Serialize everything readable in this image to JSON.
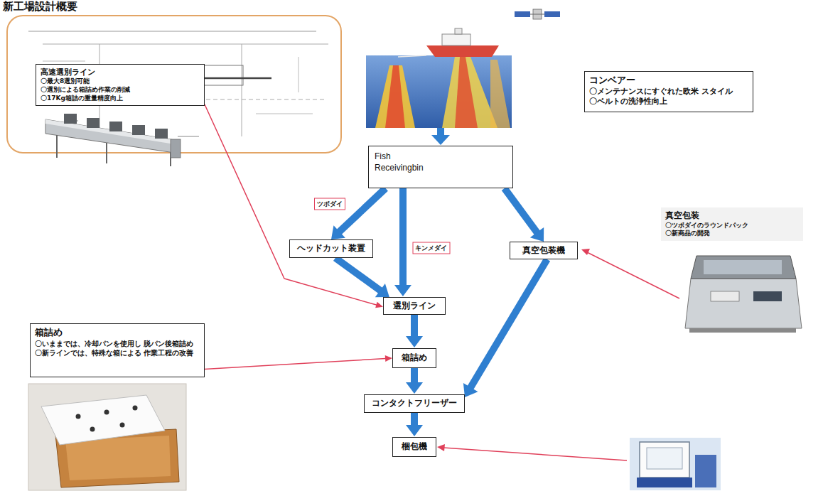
{
  "diagram": {
    "title": "新工場設計概要",
    "nodes": [
      {
        "text": [
          "Fish Receivingbin"
        ]
      },
      {
        "text": [
          "コンベアー",
          "〇メンテナンスにすぐれた欧米 スタイル",
          "〇ベルトの洗浄性向上"
        ]
      },
      {
        "text": [
          "高速選別ライン",
          "〇最大8選別可能",
          "〇選別による箱詰め作業の削減",
          "〇17Kg箱詰の重量精度向上"
        ]
      },
      {
        "text": [
          "ヘッドカット装置"
        ]
      },
      {
        "text": [
          "真空包装",
          "〇ツボダイのラウンドパック",
          "〇新商品の開発"
        ]
      },
      {
        "text": [
          "真空包装機"
        ]
      },
      {
        "text": [
          "選別ライン"
        ]
      },
      {
        "text": [
          "箱詰め",
          "〇いままでは、冷却パンを使用し 脱パン後箱詰め",
          "〇新ラインでは、特殊な箱による 作業工程の改善"
        ]
      },
      {
        "text": [
          "箱詰め"
        ]
      },
      {
        "text": [
          "コンタクトフリーザー"
        ]
      },
      {
        "text": [
          "梱包機"
        ]
      }
    ],
    "edges": [
      {
        "from": 0,
        "to": 3,
        "arrow": "to",
        "label": "ツボダイ"
      },
      {
        "from": 0,
        "to": 6,
        "arrow": "to",
        "label": "キンメダイ"
      },
      {
        "from": 0,
        "to": 5,
        "arrow": "to"
      },
      {
        "from": 3,
        "to": 6,
        "arrow": "to"
      },
      {
        "from": 6,
        "to": 8,
        "arrow": "to"
      },
      {
        "from": 5,
        "to": 9,
        "arrow": "to"
      },
      {
        "from": 8,
        "to": 9,
        "arrow": "to"
      },
      {
        "from": 9,
        "to": 10,
        "arrow": "to"
      },
      {
        "from": 2,
        "to": 6,
        "arrow": "to"
      },
      {
        "from": 7,
        "to": 8,
        "arrow": "to"
      }
    ]
  }
}
